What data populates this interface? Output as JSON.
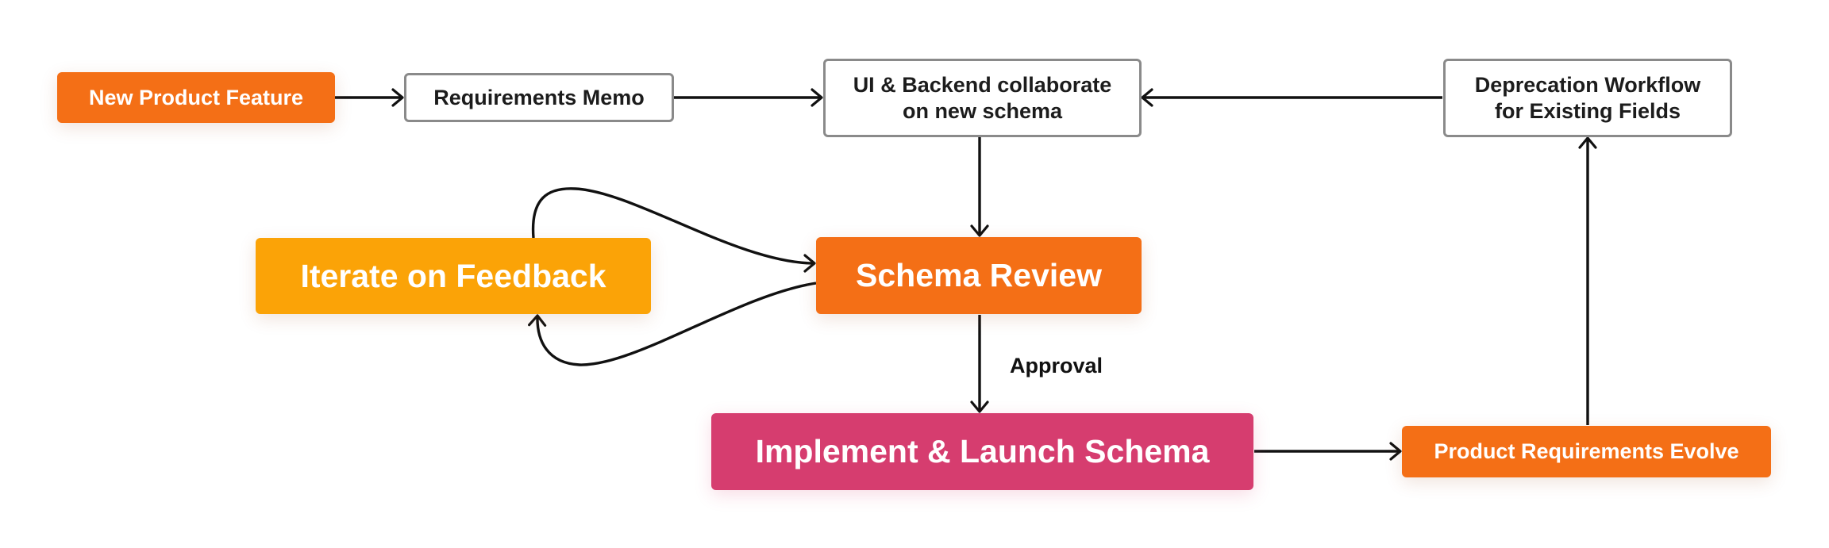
{
  "colors": {
    "orange": "#F46F16",
    "amber": "#FBA307",
    "pink": "#D63D6F",
    "outline": "#8a8a8a",
    "edge": "#111111"
  },
  "nodes": {
    "new_product_feature": {
      "text": "New Product Feature",
      "style": "filled",
      "color": "orange"
    },
    "requirements_memo": {
      "text": "Requirements Memo",
      "style": "outline"
    },
    "ui_backend": {
      "line1": "UI & Backend collaborate",
      "line2": "on new schema",
      "style": "outline"
    },
    "deprecation": {
      "line1": "Deprecation Workflow",
      "line2": "for Existing Fields",
      "style": "outline"
    },
    "iterate": {
      "text": "Iterate on Feedback",
      "style": "filled",
      "color": "amber"
    },
    "schema_review": {
      "text": "Schema Review",
      "style": "filled",
      "color": "orange"
    },
    "implement": {
      "text": "Implement & Launch Schema",
      "style": "filled",
      "color": "pink"
    },
    "product_requirements": {
      "text": "Product Requirements Evolve",
      "style": "filled",
      "color": "orange"
    }
  },
  "edges": [
    {
      "from": "new_product_feature",
      "to": "requirements_memo"
    },
    {
      "from": "requirements_memo",
      "to": "ui_backend"
    },
    {
      "from": "deprecation",
      "to": "ui_backend"
    },
    {
      "from": "ui_backend",
      "to": "schema_review"
    },
    {
      "from": "iterate",
      "to": "schema_review"
    },
    {
      "from": "schema_review",
      "to": "iterate"
    },
    {
      "from": "schema_review",
      "to": "implement",
      "label": "Approval"
    },
    {
      "from": "implement",
      "to": "product_requirements"
    },
    {
      "from": "product_requirements",
      "to": "deprecation"
    }
  ]
}
